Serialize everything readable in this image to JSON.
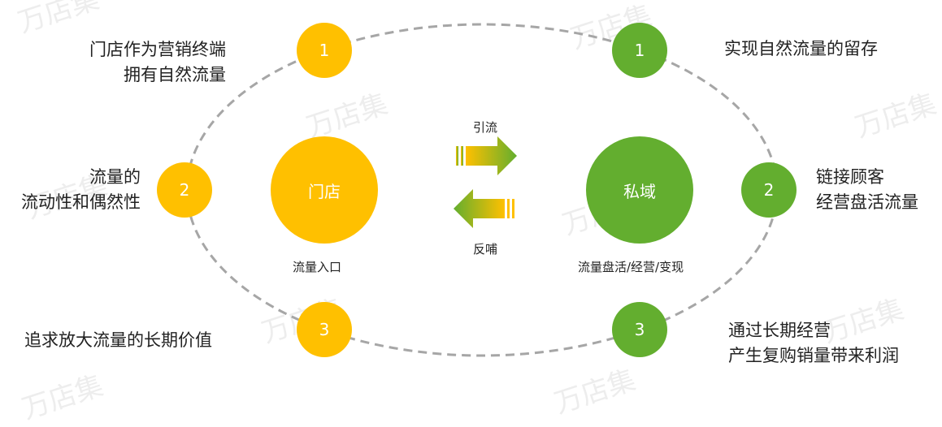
{
  "watermark": "万店集",
  "left": {
    "hub": "门店",
    "caption": "流量入口",
    "items": [
      {
        "num": "1",
        "lines": [
          "门店作为营销终端",
          "拥有自然流量"
        ]
      },
      {
        "num": "2",
        "lines": [
          "流量的",
          "流动性和偶然性"
        ]
      },
      {
        "num": "3",
        "lines": [
          "追求放大流量的长期价值"
        ]
      }
    ]
  },
  "right": {
    "hub": "私域",
    "caption": "流量盘活/经营/变现",
    "items": [
      {
        "num": "1",
        "lines": [
          "实现自然流量的留存"
        ]
      },
      {
        "num": "2",
        "lines": [
          "链接顾客",
          "经营盘活流量"
        ]
      },
      {
        "num": "3",
        "lines": [
          "通过长期经营",
          "产生复购销量带来利润"
        ]
      }
    ]
  },
  "arrows": {
    "forward": "引流",
    "backward": "反哺"
  },
  "colors": {
    "yellow": "#FFC000",
    "green": "#63AE2F",
    "ring": "#A6A6A6"
  }
}
